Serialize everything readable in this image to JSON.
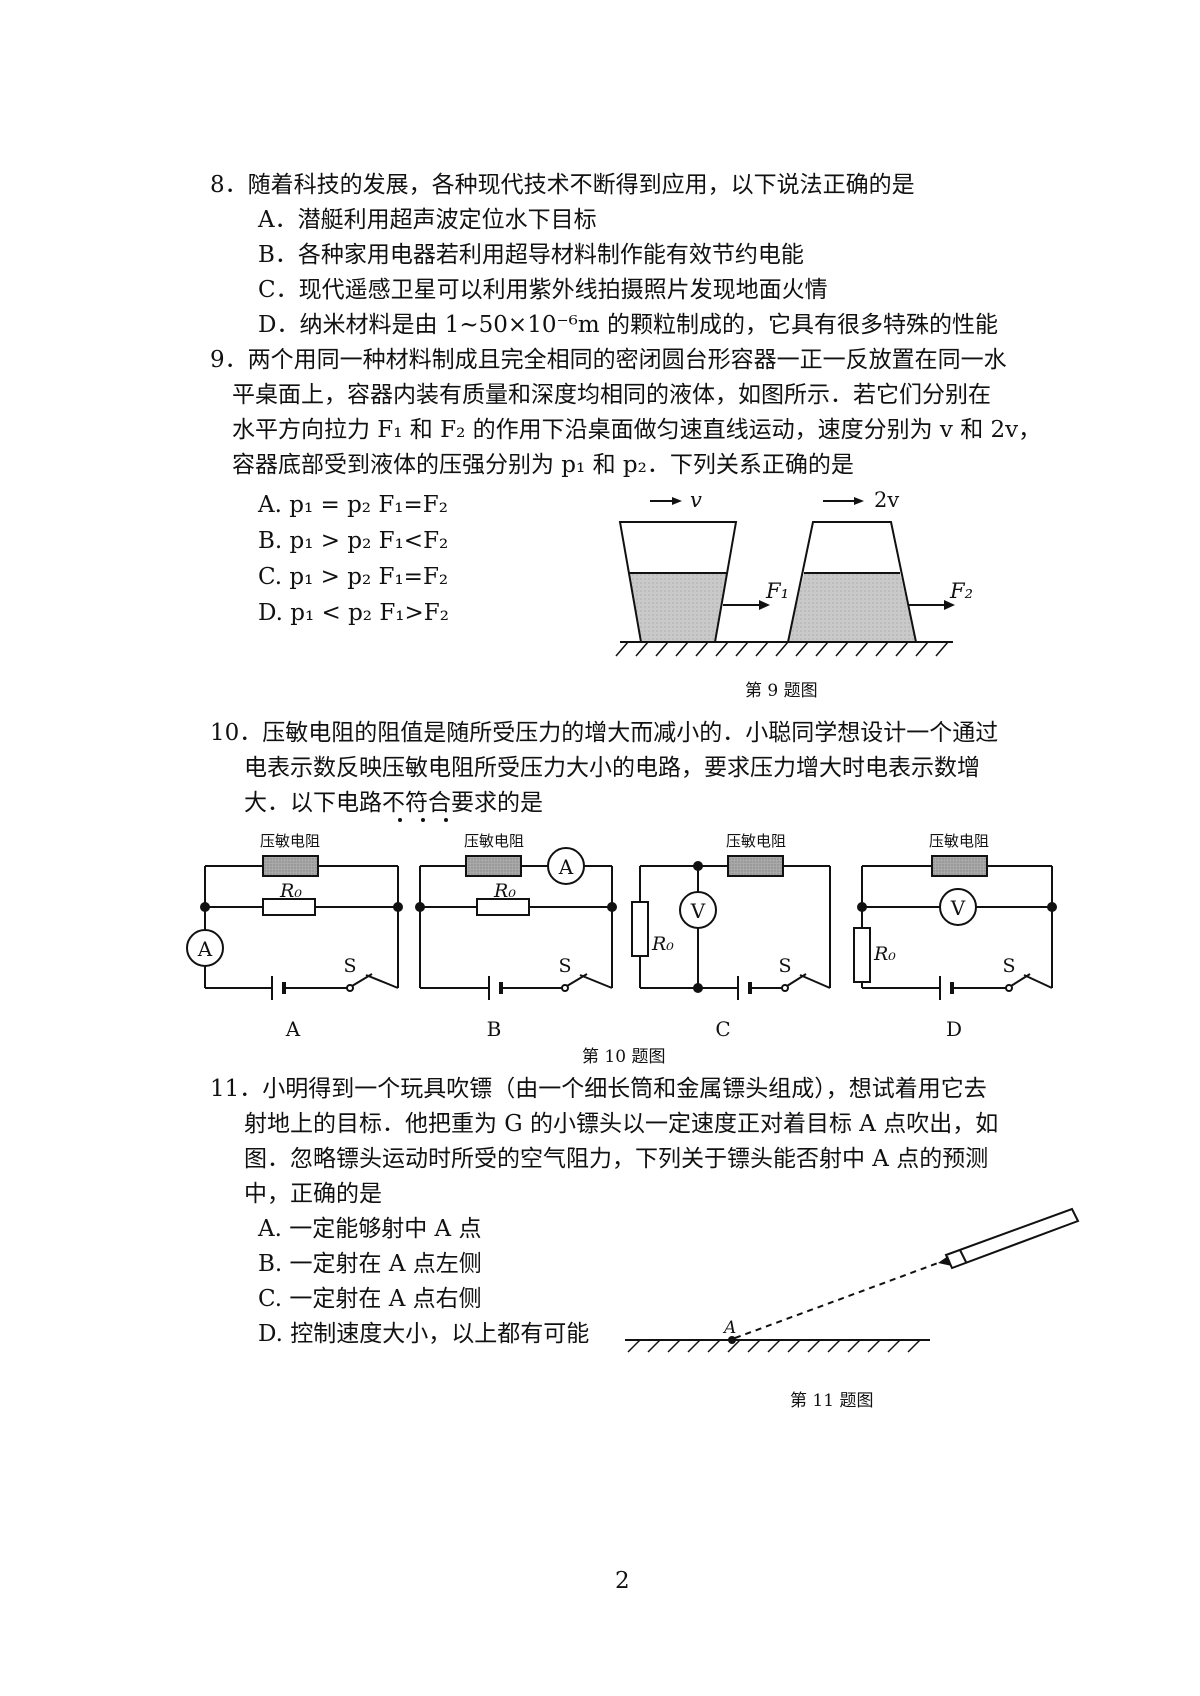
{
  "q8": {
    "stem": "8．随着科技的发展，各种现代技术不断得到应用，以下说法正确的是",
    "options": [
      "A．潜艇利用超声波定位水下目标",
      "B．各种家用电器若利用超导材料制作能有效节约电能",
      "C．现代遥感卫星可以利用紫外线拍摄照片发现地面火情",
      "D．纳米材料是由 1~50×10⁻⁶m 的颗粒制成的，它具有很多特殊的性能"
    ]
  },
  "q9": {
    "lines": [
      "9．两个用同一种材料制成且完全相同的密闭圆台形容器一正一反放置在同一水",
      "平桌面上，容器内装有质量和深度均相同的液体，如图所示．若它们分别在",
      "水平方向拉力 F₁ 和 F₂ 的作用下沿桌面做匀速直线运动，速度分别为 v 和 2v，",
      "容器底部受到液体的压强分别为 p₁ 和 p₂．下列关系正确的是"
    ],
    "options": [
      "A.   p₁ = p₂      F₁=F₂",
      "B.   p₁ > p₂      F₁<F₂",
      "C.   p₁ > p₂      F₁=F₂",
      "D.   p₁ < p₂      F₁>F₂"
    ],
    "figure": {
      "v_label": "v",
      "v2_label": "2v",
      "f1_label": "F₁",
      "f2_label": "F₂",
      "caption": "第 9 题图"
    }
  },
  "q10": {
    "lines": [
      "10．压敏电阻的阻值是随所受压力的增大而减小的．小聪同学想设计一个通过",
      "电表示数反映压敏电阻所受压力大小的电路，要求压力增大时电表示数增",
      "大．以下电路不符合要求的是"
    ],
    "figure": {
      "resistor_label": "压敏电阻",
      "r0_label": "R₀",
      "switch_label": "S",
      "ammeter": "A",
      "voltmeter": "V",
      "circuit_labels": [
        "A",
        "B",
        "C",
        "D"
      ],
      "caption": "第 10 题图"
    }
  },
  "q11": {
    "lines": [
      "11．小明得到一个玩具吹镖（由一个细长筒和金属镖头组成），想试着用它去",
      "射地上的目标．他把重为 G 的小镖头以一定速度正对着目标 A 点吹出，如",
      "图．忽略镖头运动时所受的空气阻力，下列关于镖头能否射中 A 点的预测",
      "中，正确的是"
    ],
    "options": [
      "A. 一定能够射中 A 点",
      "B. 一定射在 A 点左侧",
      "C. 一定射在 A 点右侧",
      "D. 控制速度大小，以上都有可能"
    ],
    "figure": {
      "point_label": "A",
      "caption": "第 11 题图"
    }
  },
  "page_number": "2"
}
